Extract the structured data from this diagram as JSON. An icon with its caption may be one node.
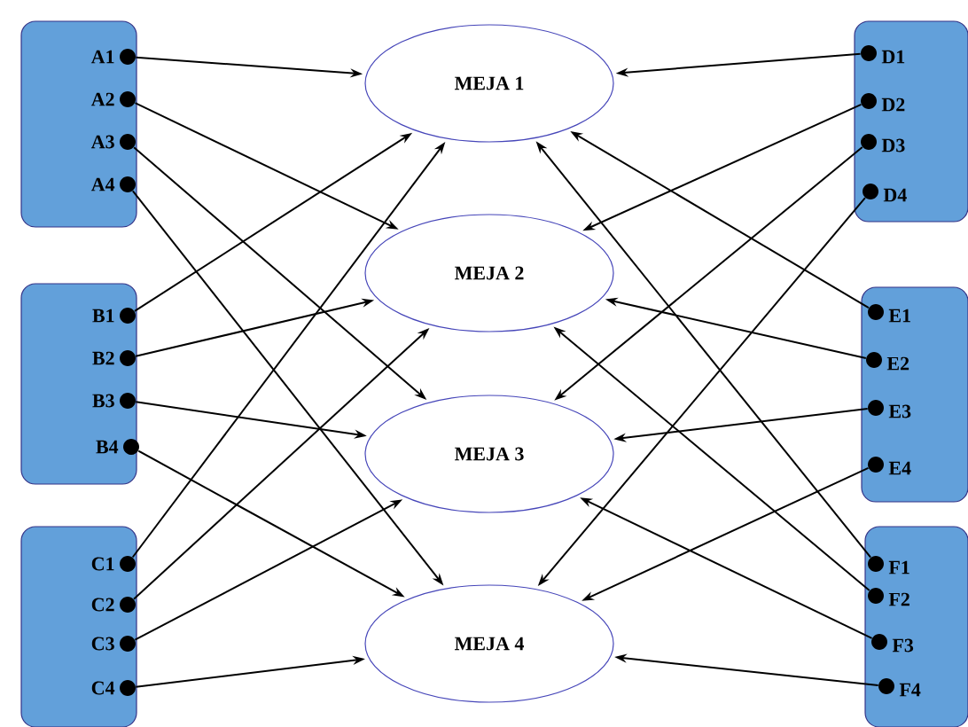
{
  "diagram": {
    "nodes": [
      {
        "text": [],
        "shape": "box"
      },
      {
        "text": [
          "A1"
        ],
        "in": 0
      },
      {
        "text": [
          "A2"
        ],
        "in": 0
      },
      {
        "text": [
          "A3"
        ],
        "in": 0
      },
      {
        "text": [
          "A4"
        ],
        "in": 0
      },
      {
        "text": [],
        "shape": "box"
      },
      {
        "text": [
          "B1"
        ],
        "in": 5
      },
      {
        "text": [
          "B2"
        ],
        "in": 5
      },
      {
        "text": [
          "B3"
        ],
        "in": 5
      },
      {
        "text": [
          "B4"
        ],
        "in": 5
      },
      {
        "text": [],
        "shape": "box"
      },
      {
        "text": [
          "C1"
        ],
        "in": 10
      },
      {
        "text": [
          "C2"
        ],
        "in": 10
      },
      {
        "text": [
          "C3"
        ],
        "in": 10
      },
      {
        "text": [
          "C4"
        ],
        "in": 10
      },
      {
        "text": [
          "MEJA 1"
        ]
      },
      {
        "text": [
          "MEJA 2"
        ]
      },
      {
        "text": [
          "MEJA 3"
        ]
      },
      {
        "text": [
          "MEJA 4"
        ]
      },
      {
        "text": [],
        "shape": "box"
      },
      {
        "text": [
          "D1"
        ],
        "in": 19
      },
      {
        "text": [
          "D2"
        ],
        "in": 19
      },
      {
        "text": [
          "D3"
        ],
        "in": 19
      },
      {
        "text": [
          "D4"
        ],
        "in": 19
      },
      {
        "text": [],
        "shape": "box"
      },
      {
        "text": [
          "E1"
        ],
        "in": 24
      },
      {
        "text": [
          "E2"
        ],
        "in": 24
      },
      {
        "text": [
          "E3"
        ],
        "in": 24
      },
      {
        "text": [
          "E4"
        ],
        "in": 24
      },
      {
        "text": [],
        "shape": "box"
      },
      {
        "text": [
          "F1"
        ],
        "in": 29
      },
      {
        "text": [
          "F2"
        ],
        "in": 29
      },
      {
        "text": [
          "F3"
        ],
        "in": 29
      },
      {
        "text": [
          "F4"
        ],
        "in": 29
      }
    ],
    "edges": [
      {
        "from": 1,
        "to": 15,
        "arrow": "to"
      },
      {
        "from": 2,
        "to": 16,
        "arrow": "to"
      },
      {
        "from": 3,
        "to": 17,
        "arrow": "to"
      },
      {
        "from": 4,
        "to": 18,
        "arrow": "to"
      },
      {
        "from": 6,
        "to": 15,
        "arrow": "to"
      },
      {
        "from": 7,
        "to": 16,
        "arrow": "to"
      },
      {
        "from": 8,
        "to": 17,
        "arrow": "to"
      },
      {
        "from": 9,
        "to": 18,
        "arrow": "to"
      },
      {
        "from": 11,
        "to": 15,
        "arrow": "to"
      },
      {
        "from": 12,
        "to": 16,
        "arrow": "to"
      },
      {
        "from": 13,
        "to": 17,
        "arrow": "to"
      },
      {
        "from": 14,
        "to": 18,
        "arrow": "to"
      },
      {
        "from": 20,
        "to": 15,
        "arrow": "to"
      },
      {
        "from": 21,
        "to": 16,
        "arrow": "to"
      },
      {
        "from": 22,
        "to": 17,
        "arrow": "to"
      },
      {
        "from": 23,
        "to": 18,
        "arrow": "to"
      },
      {
        "from": 25,
        "to": 15,
        "arrow": "to"
      },
      {
        "from": 26,
        "to": 16,
        "arrow": "to"
      },
      {
        "from": 27,
        "to": 17,
        "arrow": "to"
      },
      {
        "from": 28,
        "to": 18,
        "arrow": "to"
      },
      {
        "from": 30,
        "to": 15,
        "arrow": "to"
      },
      {
        "from": 31,
        "to": 16,
        "arrow": "to"
      },
      {
        "from": 32,
        "to": 17,
        "arrow": "to"
      },
      {
        "from": 33,
        "to": 18,
        "arrow": "to"
      }
    ]
  }
}
